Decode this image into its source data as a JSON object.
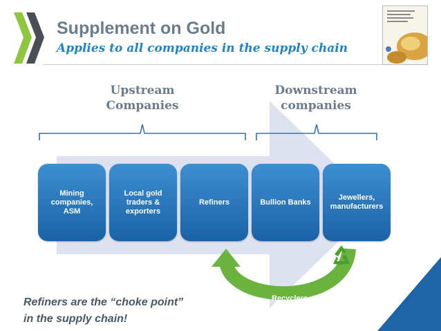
{
  "slide": {
    "title": "Supplement on Gold",
    "subtitle": "Applies to all companies in the supply chain"
  },
  "groups": {
    "upstream": {
      "line1": "Upstream",
      "line2": "Companies"
    },
    "downstream": {
      "line1": "Downstream",
      "line2": "companies"
    }
  },
  "chain": [
    {
      "label": "Mining companies, ASM"
    },
    {
      "label": "Local gold traders & exporters"
    },
    {
      "label": "Refiners"
    },
    {
      "label": "Bullion Banks"
    },
    {
      "label": "Jewellers, manufacturers"
    }
  ],
  "recycle": {
    "label": "Recyclers",
    "icon": "recycle-icon"
  },
  "footnote": {
    "line1": "Refiners are the “choke point”",
    "line2": "in the supply chain!"
  },
  "colors": {
    "title": "#6b7c8c",
    "subtitle": "#1f83c8",
    "box": "#2a77bf",
    "arrow": "#dde2ee",
    "brace": "#2f73b8",
    "recycle_green": "#6ab33e",
    "corner_blue": "#1c66a7"
  }
}
